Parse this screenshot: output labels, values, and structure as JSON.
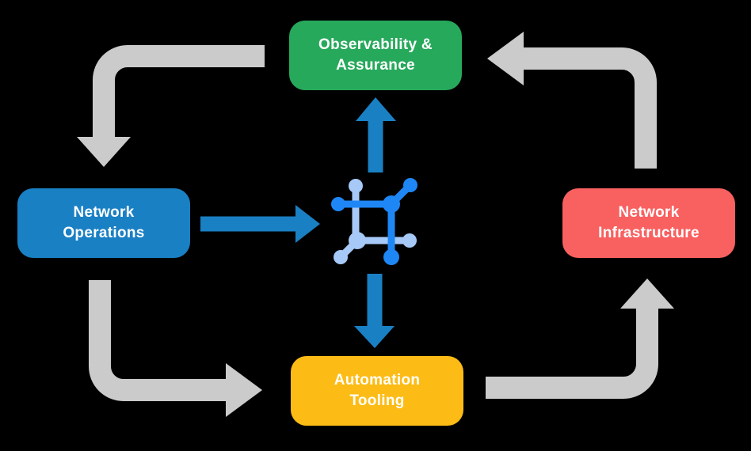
{
  "colors": {
    "background": "#000000",
    "green": "#27a95c",
    "blue": "#1a80c4",
    "red": "#f96060",
    "yellow": "#fcbc15",
    "gray": "#cbcbcb",
    "icon-dark": "#1e87f5",
    "icon-light": "#a7c9f7"
  },
  "nodes": {
    "observability": {
      "line1": "Observability &",
      "line2": "Assurance",
      "color": "#27a95c"
    },
    "operations": {
      "line1": "Network",
      "line2": "Operations",
      "color": "#1a80c4"
    },
    "infrastructure": {
      "line1": "Network",
      "line2": "Infrastructure",
      "color": "#f96060"
    },
    "automation": {
      "line1": "Automation",
      "line2": "Tooling",
      "color": "#fcbc15"
    }
  },
  "center_icon": {
    "name": "network-hub-icon"
  },
  "connections": {
    "gray_cycle": [
      {
        "from": "observability",
        "to": "operations"
      },
      {
        "from": "operations",
        "to": "automation"
      },
      {
        "from": "automation",
        "to": "infrastructure"
      },
      {
        "from": "infrastructure",
        "to": "observability"
      }
    ],
    "blue_hub": [
      {
        "from": "operations",
        "to": "hub"
      },
      {
        "from": "hub",
        "to": "observability"
      },
      {
        "from": "hub",
        "to": "automation"
      }
    ]
  }
}
